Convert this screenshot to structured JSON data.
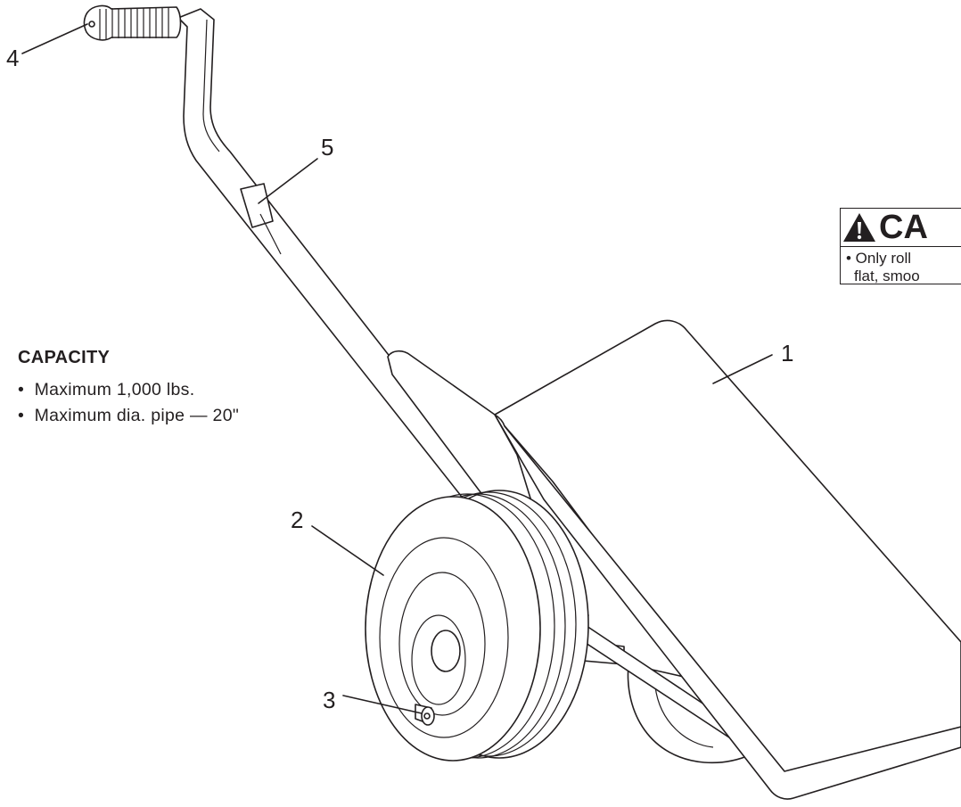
{
  "callouts": [
    "1",
    "2",
    "3",
    "4",
    "5"
  ],
  "capacity": {
    "title": "CAPACITY",
    "items": [
      "Maximum 1,000 lbs.",
      "Maximum dia. pipe — 20\""
    ]
  },
  "caution": {
    "title": "CA",
    "icon": "warning-triangle-icon",
    "lines": [
      "• Only roll",
      "flat, smoo"
    ]
  }
}
